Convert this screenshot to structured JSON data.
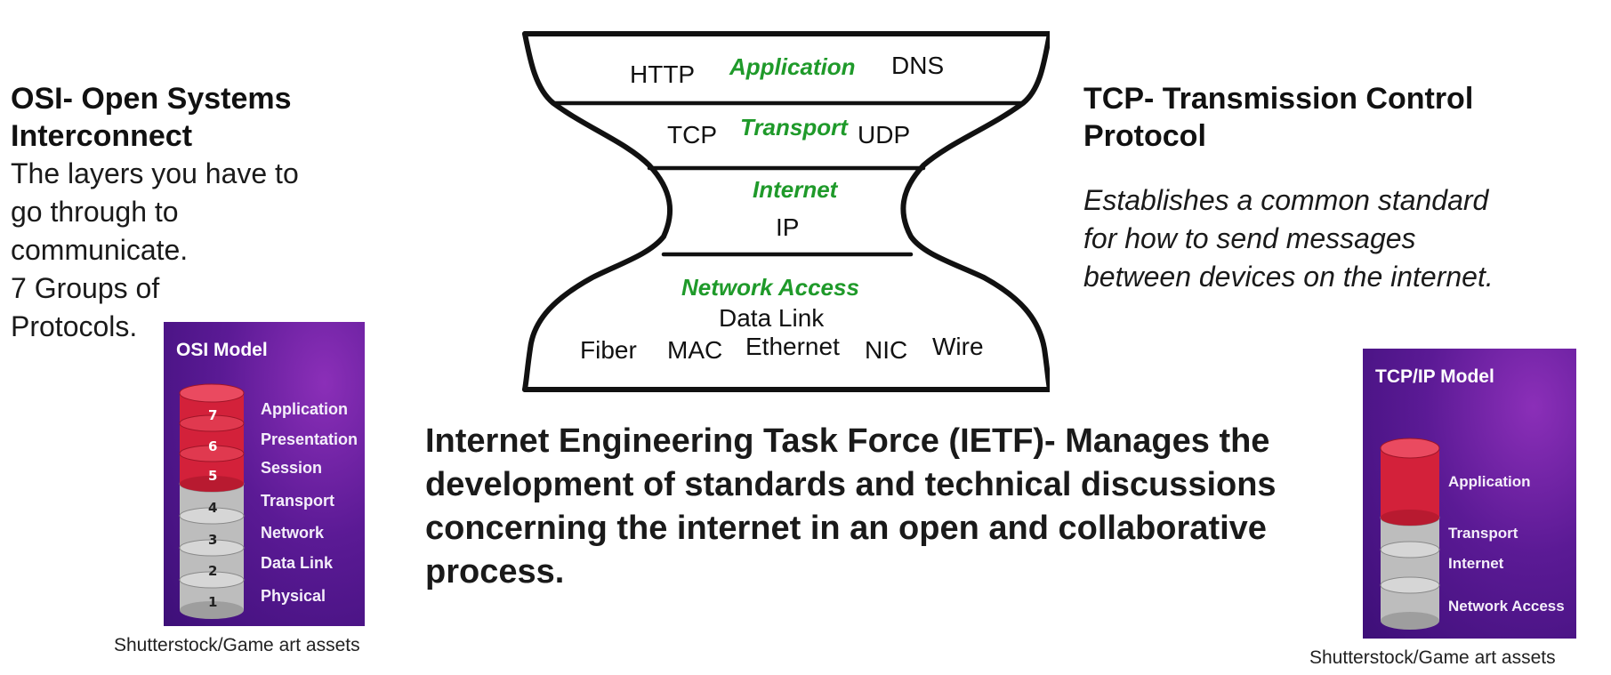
{
  "osi": {
    "title_line1": "OSI- Open Systems",
    "title_line2": "Interconnect",
    "desc_lines": [
      "The layers you have to",
      "go through to",
      "communicate.",
      "7 Groups of",
      "Protocols."
    ]
  },
  "tcp": {
    "title_line1": "TCP- Transmission Control",
    "title_line2": "Protocol",
    "desc_lines": [
      "Establishes a common standard",
      "for how to send messages",
      "between devices on the internet."
    ]
  },
  "ietf": {
    "lines": [
      "Internet Engineering Task Force (IETF)-  Manages the",
      "development of standards and technical discussions",
      "concerning the internet in an open and collaborative",
      "process."
    ]
  },
  "hourglass": {
    "application": {
      "layer": "Application",
      "left": "HTTP",
      "right": "DNS"
    },
    "transport": {
      "layer": "Transport",
      "left": "TCP",
      "right": "UDP"
    },
    "internet": {
      "layer": "Internet",
      "item": "IP"
    },
    "network_access": {
      "layer": "Network Access",
      "sub": "Data Link",
      "items": [
        "Fiber",
        "MAC",
        "Ethernet",
        "NIC",
        "Wire"
      ]
    },
    "layer_color": "#1f9a2a"
  },
  "osi_model": {
    "title": "OSI Model",
    "layers": [
      {
        "num": "7",
        "label": "Application"
      },
      {
        "num": "6",
        "label": "Presentation"
      },
      {
        "num": "5",
        "label": "Session"
      },
      {
        "num": "4",
        "label": "Transport"
      },
      {
        "num": "3",
        "label": "Network"
      },
      {
        "num": "2",
        "label": "Data Link"
      },
      {
        "num": "1",
        "label": "Physical"
      }
    ],
    "credit": "Shutterstock/Game art assets"
  },
  "tcpip_model": {
    "title": "TCP/IP Model",
    "layers": [
      "Application",
      "Transport",
      "Internet",
      "Network Access"
    ],
    "credit": "Shutterstock/Game art assets"
  },
  "colors": {
    "panel_purple": "#5b1a95",
    "cyl_red": "#d3213a",
    "cyl_gray": "#bdbdbd",
    "outline": "#111111"
  }
}
